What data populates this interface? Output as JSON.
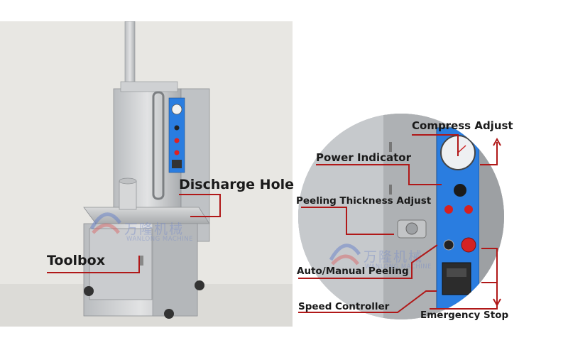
{
  "labels": {
    "toolbox": "Toolbox",
    "discharge_hole": "Discharge Hole",
    "compress_adjust": "Compress Adjust",
    "power_indicator": "Power Indicator",
    "peeling_thickness_adjust": "Peeling Thickness Adjust",
    "auto_manual_peeling": "Auto/Manual Peeling",
    "speed_controller": "Speed Controller",
    "emergency_stop": "Emergency Stop"
  },
  "watermark": {
    "cn": "万隆机械",
    "en": "WANLONG MACHINE"
  },
  "colors": {
    "leader_line": "#b01818",
    "panel_blue": "#2a7de0",
    "steel": "#c9cbcd"
  }
}
